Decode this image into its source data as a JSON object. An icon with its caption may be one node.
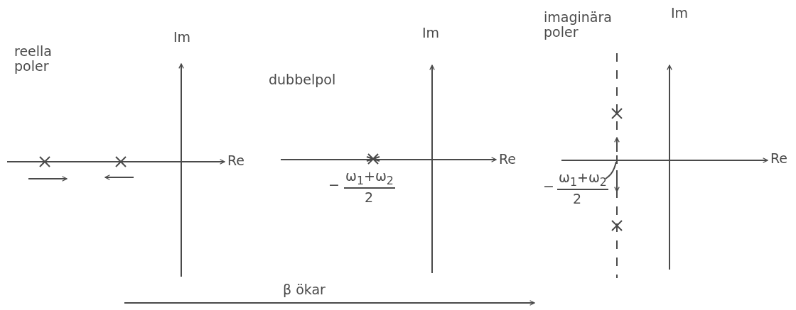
{
  "diagram": {
    "nodes": [
      {
        "text": [
          "−",
          "ω$_{1}$+ω$_{2}$",
          "2"
        ]
      },
      {
        "text": [],
        "shape": "line"
      }
    ],
    "edges": [
      {
        "from": 0,
        "to": 1,
        "arrow": "none"
      }
    ],
    "labels": [
      "reella poler",
      "Im",
      "Re",
      "dubbelpol",
      "Im",
      "Re",
      "−",
      "ω$_{1}$+ω$_{2}$",
      "2",
      "imaginära poler",
      "Im",
      "Re",
      "β ökar"
    ]
  }
}
